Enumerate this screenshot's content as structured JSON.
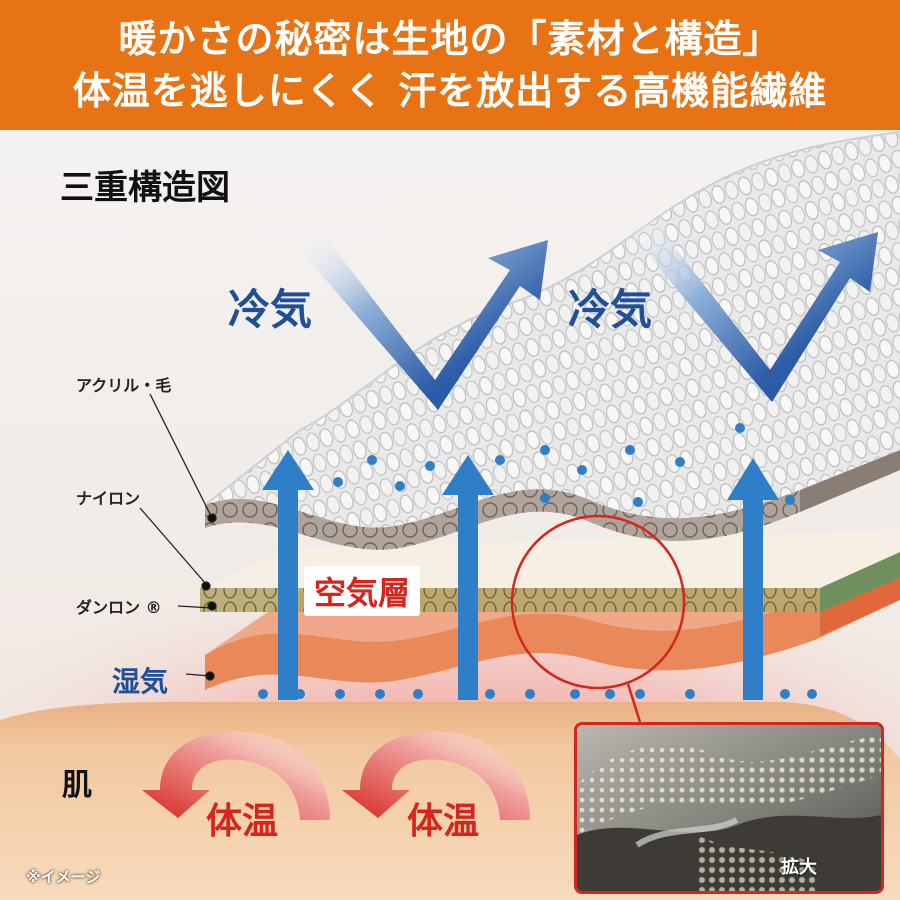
{
  "header": {
    "line1": "暖かさの秘密は生地の「素材と構造」",
    "line2": "体温を逃しにくく 汗を放出する高機能繊維"
  },
  "diagram": {
    "title": "三重構造図",
    "cold_air_labels": [
      "冷気",
      "冷気"
    ],
    "layer_labels": [
      "アクリル・毛",
      "ナイロン",
      "ダンロン ®"
    ],
    "moisture_label": "湿気",
    "air_layer_label": "空気層",
    "skin_label": "肌",
    "body_heat_labels": [
      "体温",
      "体温"
    ],
    "zoom_label": "拡大",
    "footnote": "※イメージ"
  },
  "colors": {
    "header_bg": "#e87315",
    "cold_blue": "#1f4f97",
    "moisture_blue": "#2f7fc8",
    "heat_red": "#d6251d",
    "skin": "#f2c9a0",
    "nylon_layer": "#b0a49a",
    "danron_layer": "#a89a60",
    "inner_layer": "#e07848"
  },
  "icons": {
    "cold_arrow": "v-bounce-arrow-icon",
    "moisture_arrow": "up-arrow-icon",
    "heat_arrow": "curved-return-arrow-icon",
    "layer_pointer": "leader-line-dot-icon",
    "zoom_circle": "magnify-circle-icon"
  }
}
